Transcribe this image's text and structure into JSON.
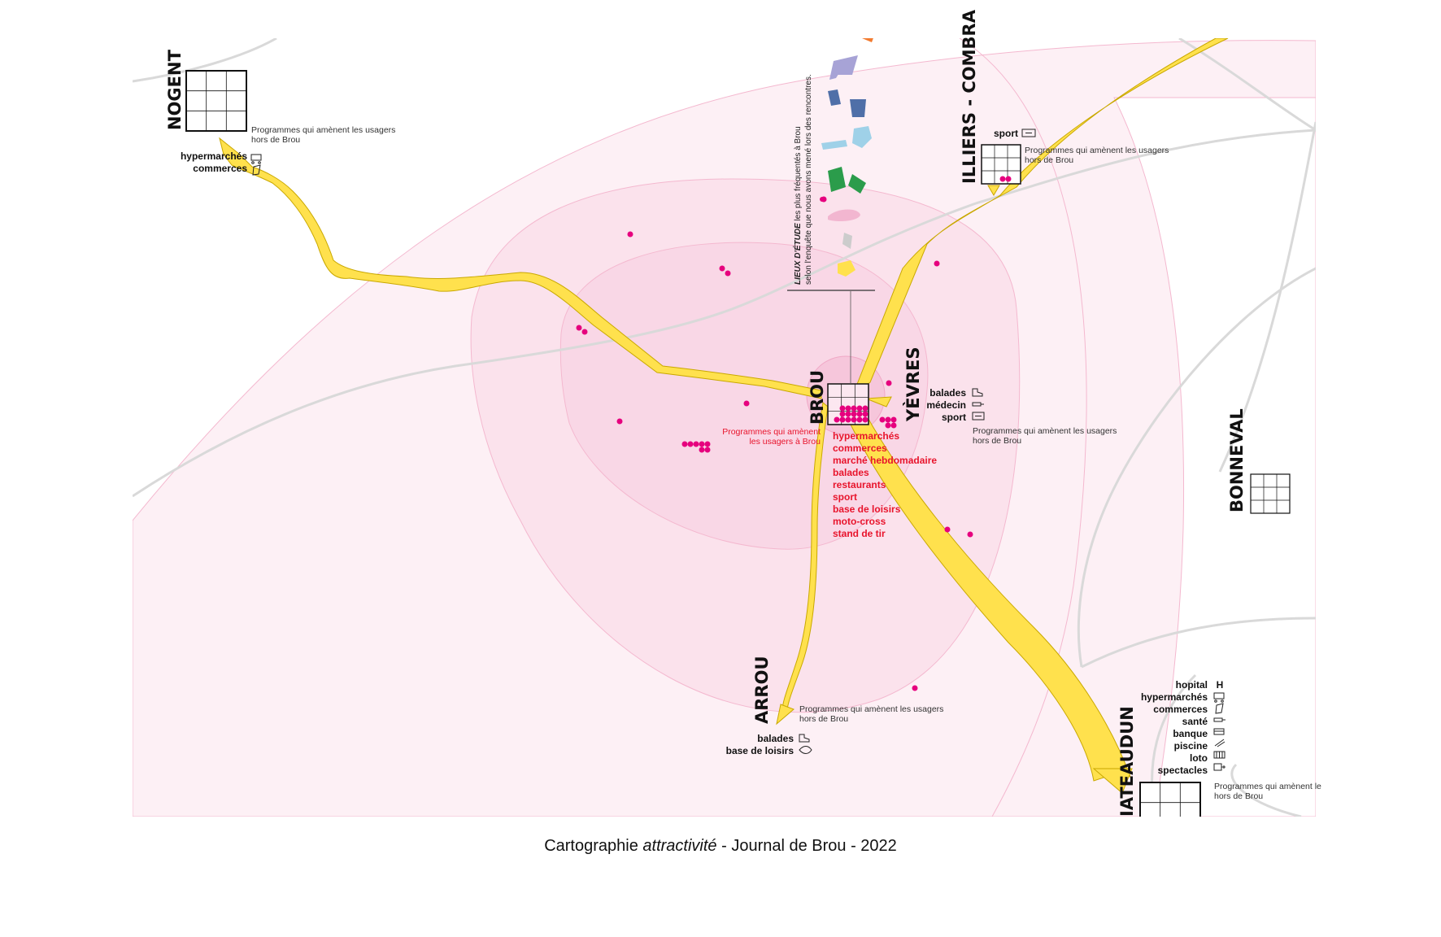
{
  "towns": {
    "nogent": "NOGENT",
    "illiers": "ILLIERS - COMBRA",
    "brou": "BROU",
    "yevres": "YÈVRES",
    "bonneval": "BONNEVAL",
    "arrou": "ARROU",
    "chateaudun": "IATEAUDUN"
  },
  "notes": {
    "out_line1": "Programmes qui amènent les usagers",
    "out_line2": "hors de Brou",
    "chateaudun_line1": "Programmes qui amènent le",
    "to_brou_line1": "Programmes qui amènent",
    "to_brou_line2": "les usagers à Brou"
  },
  "services": {
    "nogent": [
      "hypermarchés",
      "commerces"
    ],
    "illiers": [
      "sport"
    ],
    "yevres": [
      "balades",
      "médecin",
      "sport"
    ],
    "arrou": [
      "balades",
      "base de loisirs"
    ],
    "chateaudun": [
      "hopital",
      "hypermarchés",
      "commerces",
      "santé",
      "banque",
      "piscine",
      "loto",
      "spectacles"
    ],
    "brou": [
      "hypermarchés",
      "commerces",
      "marché hebdomadaire",
      "balades",
      "restaurants",
      "sport",
      "base de loisirs",
      "moto-cross",
      "stand de tir"
    ]
  },
  "hospital_symbol": "H",
  "legend": {
    "bold": "LIEUX D'ÉTUDE",
    "line1_rest": " les plus fréquentés à Brou",
    "line2": "selon l'enquête que nous avons mené lors des rencontres."
  },
  "caption": {
    "part1": "Cartographie ",
    "italic": "attractivité",
    "part2": " - Journal de Brou - 2022"
  },
  "colors": {
    "flow_yellow": "#ffe14d",
    "dot_magenta": "#e6007e",
    "zone_pink": "#f9d7e6",
    "text_red": "#e8142c",
    "road_grey": "#d9d9d9"
  },
  "icons": [
    "cart-icon",
    "shop-icon",
    "boot-icon",
    "syringe-icon",
    "dumbbell-icon",
    "hospital-icon",
    "bank-icon",
    "swim-icon",
    "loto-icon",
    "spectacle-icon",
    "leisure-icon"
  ]
}
